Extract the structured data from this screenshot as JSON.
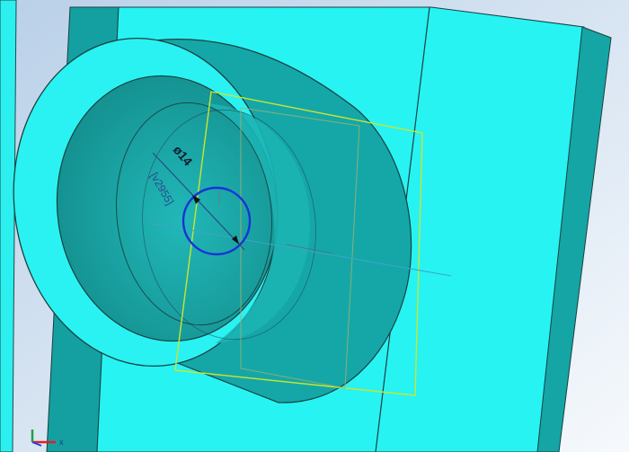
{
  "viewport": {
    "background_top": "#c6d9ec",
    "background_bottom": "#f4f8fc"
  },
  "colors": {
    "face_light": "#27f3f3",
    "face_dark": "#13a3a3",
    "hole_inner": "#1a9c9c",
    "edge": "#1b3f3f",
    "sketch_plane": "#c9e62e",
    "selected_circle": "#1733d6",
    "dimension_line": "#2a4a8a",
    "axis_line": "#3aa6c9"
  },
  "dimensions": {
    "diameter_label": "ø14",
    "parameter_label": "[v2955]"
  },
  "triad": {
    "x_label": "x"
  },
  "icons": [
    "coordinate-triad-icon"
  ]
}
